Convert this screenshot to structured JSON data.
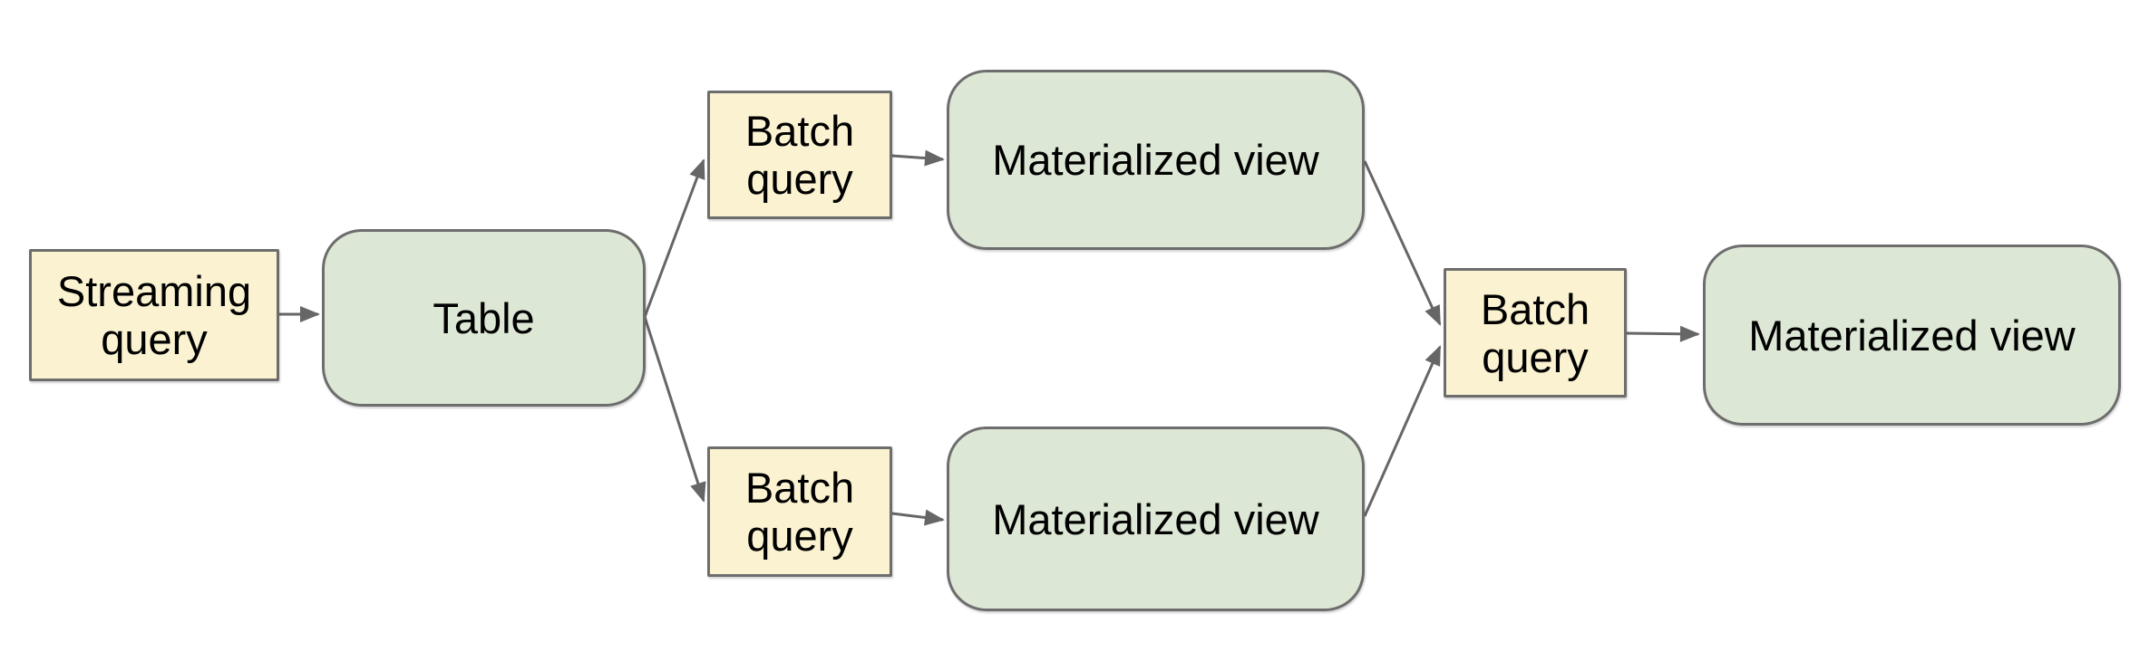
{
  "diagram": {
    "title": "streaming-to-materialized-view-pipeline",
    "nodes": {
      "streaming_query": {
        "label": "Streaming query",
        "type": "query"
      },
      "table": {
        "label": "Table",
        "type": "dataset"
      },
      "batch_query_top": {
        "label": "Batch query",
        "type": "query"
      },
      "materialized_view_top": {
        "label": "Materialized view",
        "type": "dataset"
      },
      "batch_query_bottom": {
        "label": "Batch query",
        "type": "query"
      },
      "materialized_view_bottom": {
        "label": "Materialized view",
        "type": "dataset"
      },
      "batch_query_right": {
        "label": "Batch query",
        "type": "query"
      },
      "materialized_view_right": {
        "label": "Materialized view",
        "type": "dataset"
      }
    },
    "edges": [
      {
        "from": "streaming_query",
        "to": "table"
      },
      {
        "from": "table",
        "to": "batch_query_top"
      },
      {
        "from": "table",
        "to": "batch_query_bottom"
      },
      {
        "from": "batch_query_top",
        "to": "materialized_view_top"
      },
      {
        "from": "batch_query_bottom",
        "to": "materialized_view_bottom"
      },
      {
        "from": "materialized_view_top",
        "to": "batch_query_right"
      },
      {
        "from": "materialized_view_bottom",
        "to": "batch_query_right"
      },
      {
        "from": "batch_query_right",
        "to": "materialized_view_right"
      }
    ],
    "colors": {
      "query_fill": "#faf2d0",
      "query_border": "#6d6d6d",
      "dataset_fill": "#dce8d5",
      "dataset_border": "#6d6d6d",
      "connector": "#666666",
      "text": "#000000"
    }
  }
}
